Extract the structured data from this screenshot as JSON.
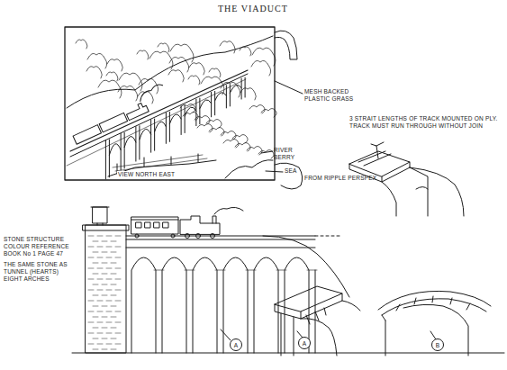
{
  "diagram": {
    "title": "THE VIADUCT",
    "nodes": [
      {
        "text": [
          "A"
        ]
      },
      {
        "text": [
          "A"
        ]
      },
      {
        "text": [
          "B"
        ]
      }
    ],
    "labels": [
      "MESH BACKED PLASTIC GRASS",
      "RIVER BERRY",
      "SEA",
      "FROM RIPPLE PERSPEX",
      "3 STRAIT LENGTHS OF TRACK MOUNTED ON PLY. TRACK MUST RUN THROUGH WITHOUT JOIN",
      "VIEW NORTH EAST",
      "STONE STRUCTURE COLOUR REFERENCE BOOK No 1 PAGE 47",
      "THE SAME STONE AS TUNNEL (HEARTS) EIGHT ARCHES"
    ]
  }
}
